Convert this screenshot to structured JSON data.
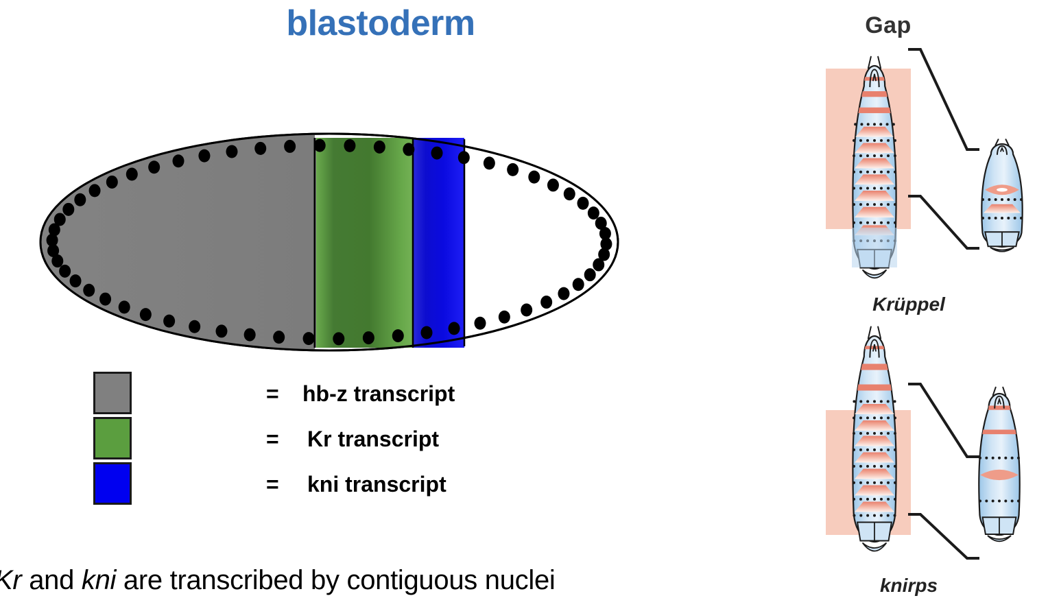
{
  "title": "blastoderm",
  "title_color": "#3571b8",
  "embryo": {
    "name": "syncytial-blastoderm-embryo",
    "regions": [
      {
        "key": "hb-z",
        "label": "hb-z transcript",
        "color": "#808080",
        "start_pct": 0,
        "end_pct": 46
      },
      {
        "key": "Kr",
        "label": "Kr transcript",
        "color": "#5b9e3f",
        "start_pct": 46,
        "end_pct": 62
      },
      {
        "key": "kni",
        "label": "kni transcript",
        "color": "#0000f0",
        "start_pct": 62,
        "end_pct": 70
      },
      {
        "key": "none",
        "label": "",
        "color": "#ffffff",
        "start_pct": 70,
        "end_pct": 100
      }
    ],
    "nuclei_count": 58,
    "outline_color": "#000000"
  },
  "legend": {
    "equals": "=",
    "items": [
      {
        "swatch_name": "hb-z-swatch",
        "color": "#808080",
        "text": "hb-z transcript"
      },
      {
        "swatch_name": "Kr-swatch",
        "color": "#5b9e3f",
        "text": " Kr transcript"
      },
      {
        "swatch_name": "kni-swatch",
        "color": "#0000f0",
        "text": "kni transcript"
      }
    ]
  },
  "caption": {
    "part1": "Kr",
    "part2": " and ",
    "part3": "kni",
    "part4": " are transcribed by contiguous nuclei"
  },
  "gap_panel": {
    "heading": "Gap",
    "heading_color": "#333333",
    "genes": [
      {
        "label": "Krüppel",
        "wildtype_name": "wildtype-larva-kruppel",
        "mutant_name": "mutant-larva-kruppel",
        "highlight_color": "#f6c3b2",
        "segment_color": "#e8816e",
        "body_color": "#b8d6ee"
      },
      {
        "label": "knirps",
        "wildtype_name": "wildtype-larva-knirps",
        "mutant_name": "mutant-larva-knirps",
        "highlight_color": "#f6c3b2",
        "segment_color": "#e8816e",
        "body_color": "#b8d6ee"
      }
    ]
  }
}
